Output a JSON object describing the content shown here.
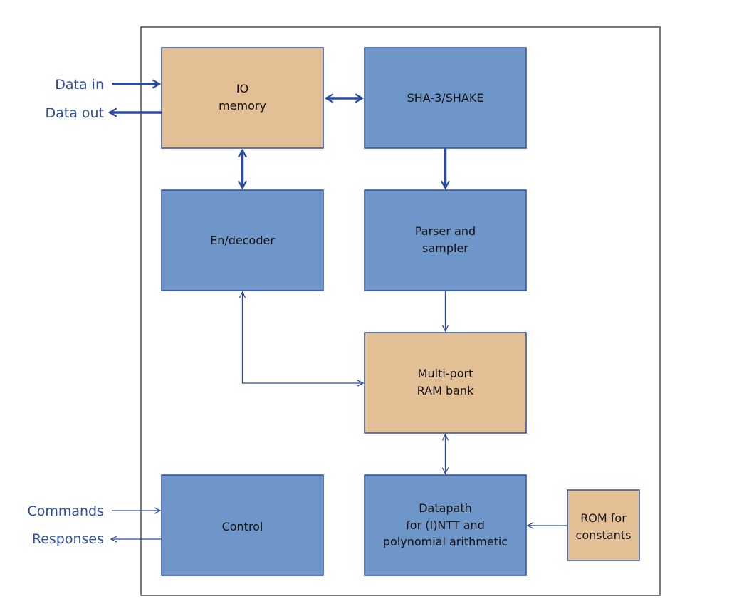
{
  "blocks": {
    "io_memory": {
      "lines": [
        "IO",
        "memory"
      ],
      "fill": "#e3bf95"
    },
    "sha3": {
      "lines": [
        "SHA-3/SHAKE"
      ],
      "fill": "#6f96c8"
    },
    "endecoder": {
      "lines": [
        "En/decoder"
      ],
      "fill": "#6f96c8"
    },
    "parser": {
      "lines": [
        "Parser and",
        "sampler"
      ],
      "fill": "#6f96c8"
    },
    "ram": {
      "lines": [
        "Multi-port",
        "RAM bank"
      ],
      "fill": "#e3bf95"
    },
    "control": {
      "lines": [
        "Control"
      ],
      "fill": "#6f96c8"
    },
    "datapath": {
      "lines": [
        "Datapath",
        "for (I)NTT and",
        "polynomial arithmetic"
      ],
      "fill": "#6f96c8"
    },
    "rom": {
      "lines": [
        "ROM for",
        "constants"
      ],
      "fill": "#e3bf95"
    }
  },
  "external": {
    "data_in": "Data in",
    "data_out": "Data out",
    "commands": "Commands",
    "responses": "Responses"
  },
  "colors": {
    "blue_block": "#6f96c8",
    "tan_block": "#e3bf95",
    "arrow": "#2a4aa0",
    "external_text": "#2a4d9c"
  }
}
